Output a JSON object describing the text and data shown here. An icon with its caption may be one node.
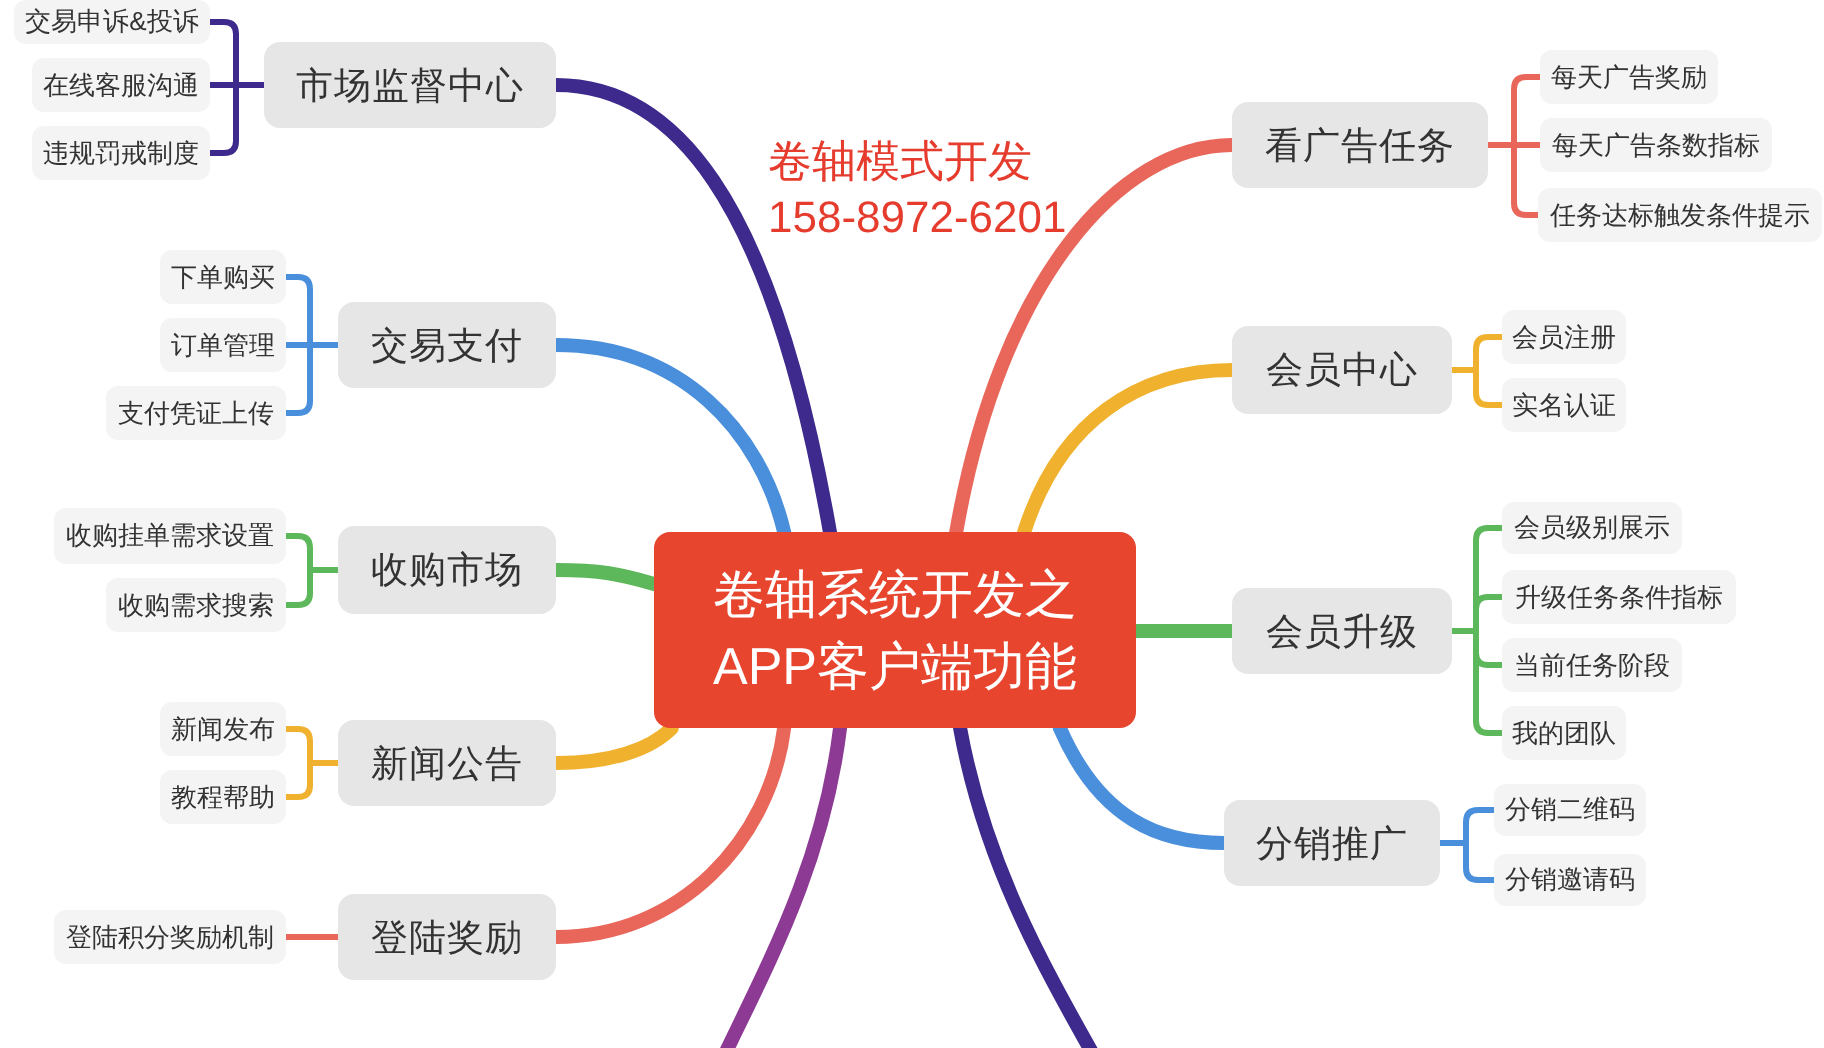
{
  "diagram": {
    "nodes": [
      {
        "text": [
          "卷轴系统开发之APP客户端功能"
        ]
      },
      {
        "text": [
          "市场监督中心"
        ]
      },
      {
        "text": [
          "交易申诉&投诉"
        ]
      },
      {
        "text": [
          "在线客服沟通"
        ]
      },
      {
        "text": [
          "违规罚戒制度"
        ]
      },
      {
        "text": [
          "交易支付"
        ]
      },
      {
        "text": [
          "下单购买"
        ]
      },
      {
        "text": [
          "订单管理"
        ]
      },
      {
        "text": [
          "支付凭证上传"
        ]
      },
      {
        "text": [
          "收购市场"
        ]
      },
      {
        "text": [
          "收购挂单需求设置"
        ]
      },
      {
        "text": [
          "收购需求搜索"
        ]
      },
      {
        "text": [
          "新闻公告"
        ]
      },
      {
        "text": [
          "新闻发布"
        ]
      },
      {
        "text": [
          "教程帮助"
        ]
      },
      {
        "text": [
          "登陆奖励"
        ]
      },
      {
        "text": [
          "登陆积分奖励机制"
        ]
      },
      {
        "text": [
          "看广告任务"
        ]
      },
      {
        "text": [
          "每天广告奖励"
        ]
      },
      {
        "text": [
          "每天广告条数指标"
        ]
      },
      {
        "text": [
          "任务达标触发条件提示"
        ]
      },
      {
        "text": [
          "会员中心"
        ]
      },
      {
        "text": [
          "会员注册"
        ]
      },
      {
        "text": [
          "实名认证"
        ]
      },
      {
        "text": [
          "会员升级"
        ]
      },
      {
        "text": [
          "会员级别展示"
        ]
      },
      {
        "text": [
          "升级任务条件指标"
        ]
      },
      {
        "text": [
          "当前任务阶段"
        ]
      },
      {
        "text": [
          "我的团队"
        ]
      },
      {
        "text": [
          "分销推广"
        ]
      },
      {
        "text": [
          "分销二维码"
        ]
      },
      {
        "text": [
          "分销邀请码"
        ]
      }
    ],
    "edges": [
      {
        "from": 0,
        "to": 1,
        "arrow": "none",
        "style": "thick",
        "color": "#3d2a8c"
      },
      {
        "from": 1,
        "to": 2,
        "arrow": "none",
        "color": "#3d2a8c"
      },
      {
        "from": 1,
        "to": 3,
        "arrow": "none",
        "color": "#3d2a8c"
      },
      {
        "from": 1,
        "to": 4,
        "arrow": "none",
        "color": "#3d2a8c"
      },
      {
        "from": 0,
        "to": 5,
        "arrow": "none",
        "style": "thick",
        "color": "#4a8fdc"
      },
      {
        "from": 5,
        "to": 6,
        "arrow": "none",
        "color": "#4a8fdc"
      },
      {
        "from": 5,
        "to": 7,
        "arrow": "none",
        "color": "#4a8fdc"
      },
      {
        "from": 5,
        "to": 8,
        "arrow": "none",
        "color": "#4a8fdc"
      },
      {
        "from": 0,
        "to": 9,
        "arrow": "none",
        "style": "thick",
        "color": "#5cb85a"
      },
      {
        "from": 9,
        "to": 10,
        "arrow": "none",
        "color": "#5cb85a"
      },
      {
        "from": 9,
        "to": 11,
        "arrow": "none",
        "color": "#5cb85a"
      },
      {
        "from": 0,
        "to": 12,
        "arrow": "none",
        "style": "thick",
        "color": "#f0b22e"
      },
      {
        "from": 12,
        "to": 13,
        "arrow": "none",
        "color": "#f0b22e"
      },
      {
        "from": 12,
        "to": 14,
        "arrow": "none",
        "color": "#f0b22e"
      },
      {
        "from": 0,
        "to": 15,
        "arrow": "none",
        "style": "thick",
        "color": "#e8675a"
      },
      {
        "from": 15,
        "to": 16,
        "arrow": "none",
        "color": "#e8675a"
      },
      {
        "from": 0,
        "to": null,
        "arrow": "none",
        "style": "thick",
        "color": "#8c3a93"
      },
      {
        "from": 0,
        "to": null,
        "arrow": "none",
        "style": "thick",
        "color": "#3d2a8c"
      },
      {
        "from": 0,
        "to": 17,
        "arrow": "none",
        "style": "thick",
        "color": "#e8675a"
      },
      {
        "from": 17,
        "to": 18,
        "arrow": "none",
        "color": "#e8675a"
      },
      {
        "from": 17,
        "to": 19,
        "arrow": "none",
        "color": "#e8675a"
      },
      {
        "from": 17,
        "to": 20,
        "arrow": "none",
        "color": "#e8675a"
      },
      {
        "from": 0,
        "to": 21,
        "arrow": "none",
        "style": "thick",
        "color": "#f0b22e"
      },
      {
        "from": 21,
        "to": 22,
        "arrow": "none",
        "color": "#f0b22e"
      },
      {
        "from": 21,
        "to": 23,
        "arrow": "none",
        "color": "#f0b22e"
      },
      {
        "from": 0,
        "to": 24,
        "arrow": "none",
        "style": "thick",
        "color": "#5cb85a"
      },
      {
        "from": 24,
        "to": 25,
        "arrow": "none",
        "color": "#5cb85a"
      },
      {
        "from": 24,
        "to": 26,
        "arrow": "none",
        "color": "#5cb85a"
      },
      {
        "from": 24,
        "to": 27,
        "arrow": "none",
        "color": "#5cb85a"
      },
      {
        "from": 24,
        "to": 28,
        "arrow": "none",
        "color": "#5cb85a"
      },
      {
        "from": 0,
        "to": 29,
        "arrow": "none",
        "style": "thick",
        "color": "#4a8fdc"
      },
      {
        "from": 29,
        "to": 30,
        "arrow": "none",
        "color": "#4a8fdc"
      },
      {
        "from": 29,
        "to": 31,
        "arrow": "none",
        "color": "#4a8fdc"
      }
    ],
    "labels": [
      "卷轴模式开发",
      "158-8972-6201"
    ]
  }
}
